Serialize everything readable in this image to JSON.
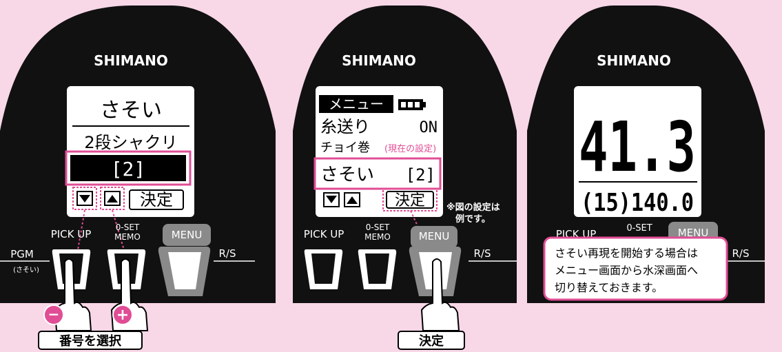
{
  "brand": "SHIMANO",
  "colors": {
    "background": "#f8d7e7",
    "device": "#111111",
    "highlight": "#e04d95",
    "screen": "#ffffff"
  },
  "panel1": {
    "title": "さそい",
    "subtitle": "2段シャクリ",
    "selected": "[2]",
    "down_icon": "triangle-down-icon",
    "up_icon": "triangle-up-icon",
    "confirm_label": "決定",
    "button_pickup": "PICK UP",
    "button_zeroset_1": "0-SET",
    "button_zeroset_2": "MEMO",
    "button_menu": "MENU",
    "label_pgm": "PGM",
    "label_pgm_sub": "(さそい)",
    "label_rs": "R/S",
    "minus_symbol": "−",
    "plus_symbol": "+",
    "caption": "番号を選択"
  },
  "panel2": {
    "menu_title": "メニュー",
    "battery_icon": "battery-icon",
    "line1_label": "糸送り",
    "line1_value": "ON",
    "line2_label": "チョイ巻",
    "current_setting_note": "(現在の設定)",
    "line3_label": "さそい",
    "line3_value": "[2]",
    "down_icon": "triangle-down-icon",
    "up_icon": "triangle-up-icon",
    "confirm_label": "決定",
    "note_line1": "※図の設定は",
    "note_line2": "例です。",
    "button_pickup": "PICK UP",
    "button_zeroset_1": "0-SET",
    "button_zeroset_2": "MEMO",
    "button_menu": "MENU",
    "label_rs": "R/S",
    "caption": "決定"
  },
  "panel3": {
    "big_digits": "41.3",
    "sub_digits": "(15)140.0",
    "button_pickup": "PICK UP",
    "button_zeroset": "0-SET",
    "button_menu": "MENU",
    "label_rs": "R/S",
    "info_line1": "さそい再現を開始する場合は",
    "info_line2": "メニュー画面から水深画面へ",
    "info_line3": "切り替えておきます。"
  }
}
